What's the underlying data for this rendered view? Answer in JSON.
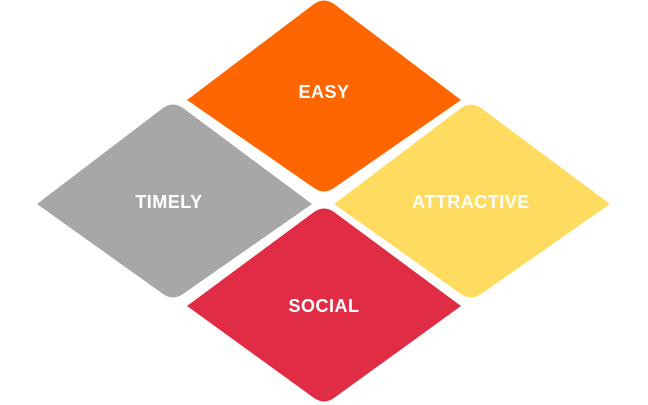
{
  "diagram": {
    "tiles": [
      {
        "id": "easy",
        "label": "EASY",
        "color": "#FF6600"
      },
      {
        "id": "timely",
        "label": "TIMELY",
        "color": "#A7A7A7"
      },
      {
        "id": "attractive",
        "label": "ATTRACTIVE",
        "color": "#FFDC5F"
      },
      {
        "id": "social",
        "label": "SOCIAL",
        "color": "#E02D45"
      }
    ]
  }
}
